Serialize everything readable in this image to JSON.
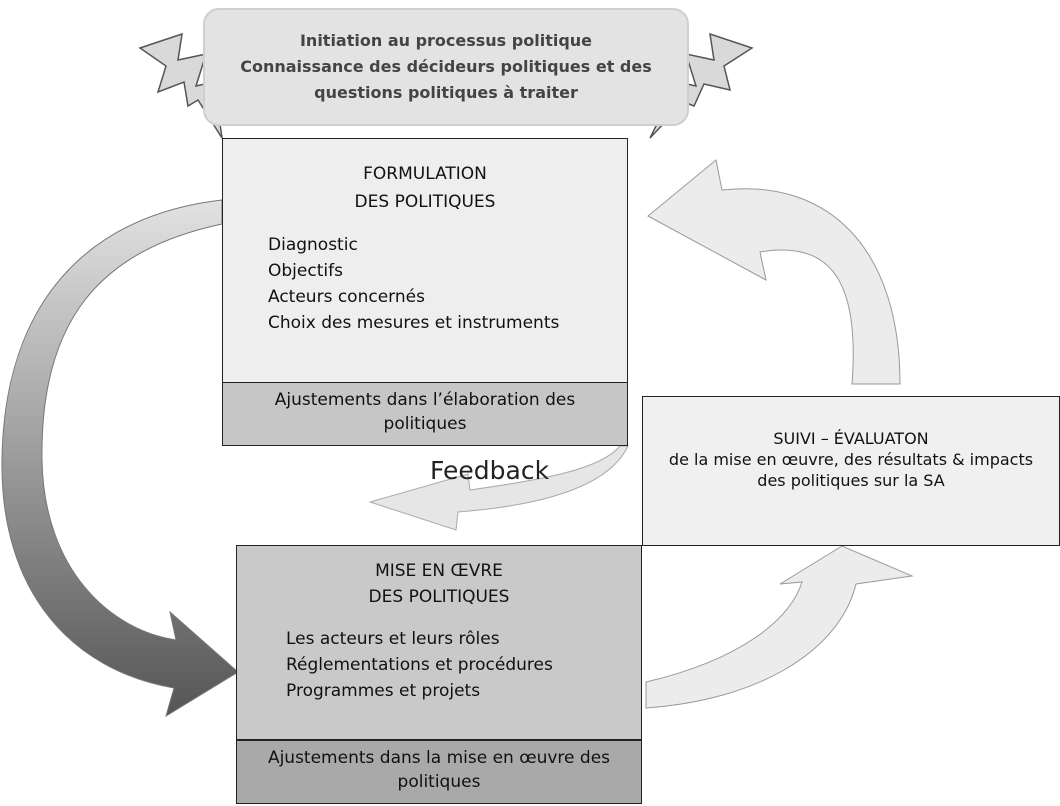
{
  "banner": {
    "lines": [
      "Initiation au processus politique",
      "Connaissance des décideurs politiques et des",
      "questions politiques à traiter"
    ]
  },
  "formulation": {
    "title": [
      "FORMULATION",
      "DES POLITIQUES"
    ],
    "items": [
      "Diagnostic",
      "Objectifs",
      "Acteurs concernés",
      "Choix des mesures et instruments"
    ],
    "adjustment": [
      "Ajustements dans l’élaboration des",
      "politiques"
    ]
  },
  "implementation": {
    "title": [
      "MISE EN ŒVRE",
      "DES POLITIQUES"
    ],
    "items": [
      "Les acteurs et leurs rôles",
      "Réglementations et procédures",
      "Programmes et projets"
    ],
    "adjustment": [
      "Ajustements dans la mise en œuvre des",
      "politiques"
    ]
  },
  "monitoring": {
    "lines": [
      "SUIVI – ÉVALUATON",
      "de la mise en œuvre, des résultats & impacts",
      "des politiques sur la SA"
    ]
  },
  "feedback_label": "Feedback",
  "colors": {
    "banner_fill": "#e3e3e3",
    "formulation_fill": "#eeeeee",
    "formulation_adjust_fill": "#c6c6c6",
    "implementation_fill": "#c9c9c9",
    "implementation_adjust_fill": "#a9a9a9",
    "monitoring_fill": "#f0f0f0",
    "light_arrow": "#ececec",
    "dark_arrow_start": "#e0e0e0",
    "dark_arrow_end": "#555555"
  }
}
